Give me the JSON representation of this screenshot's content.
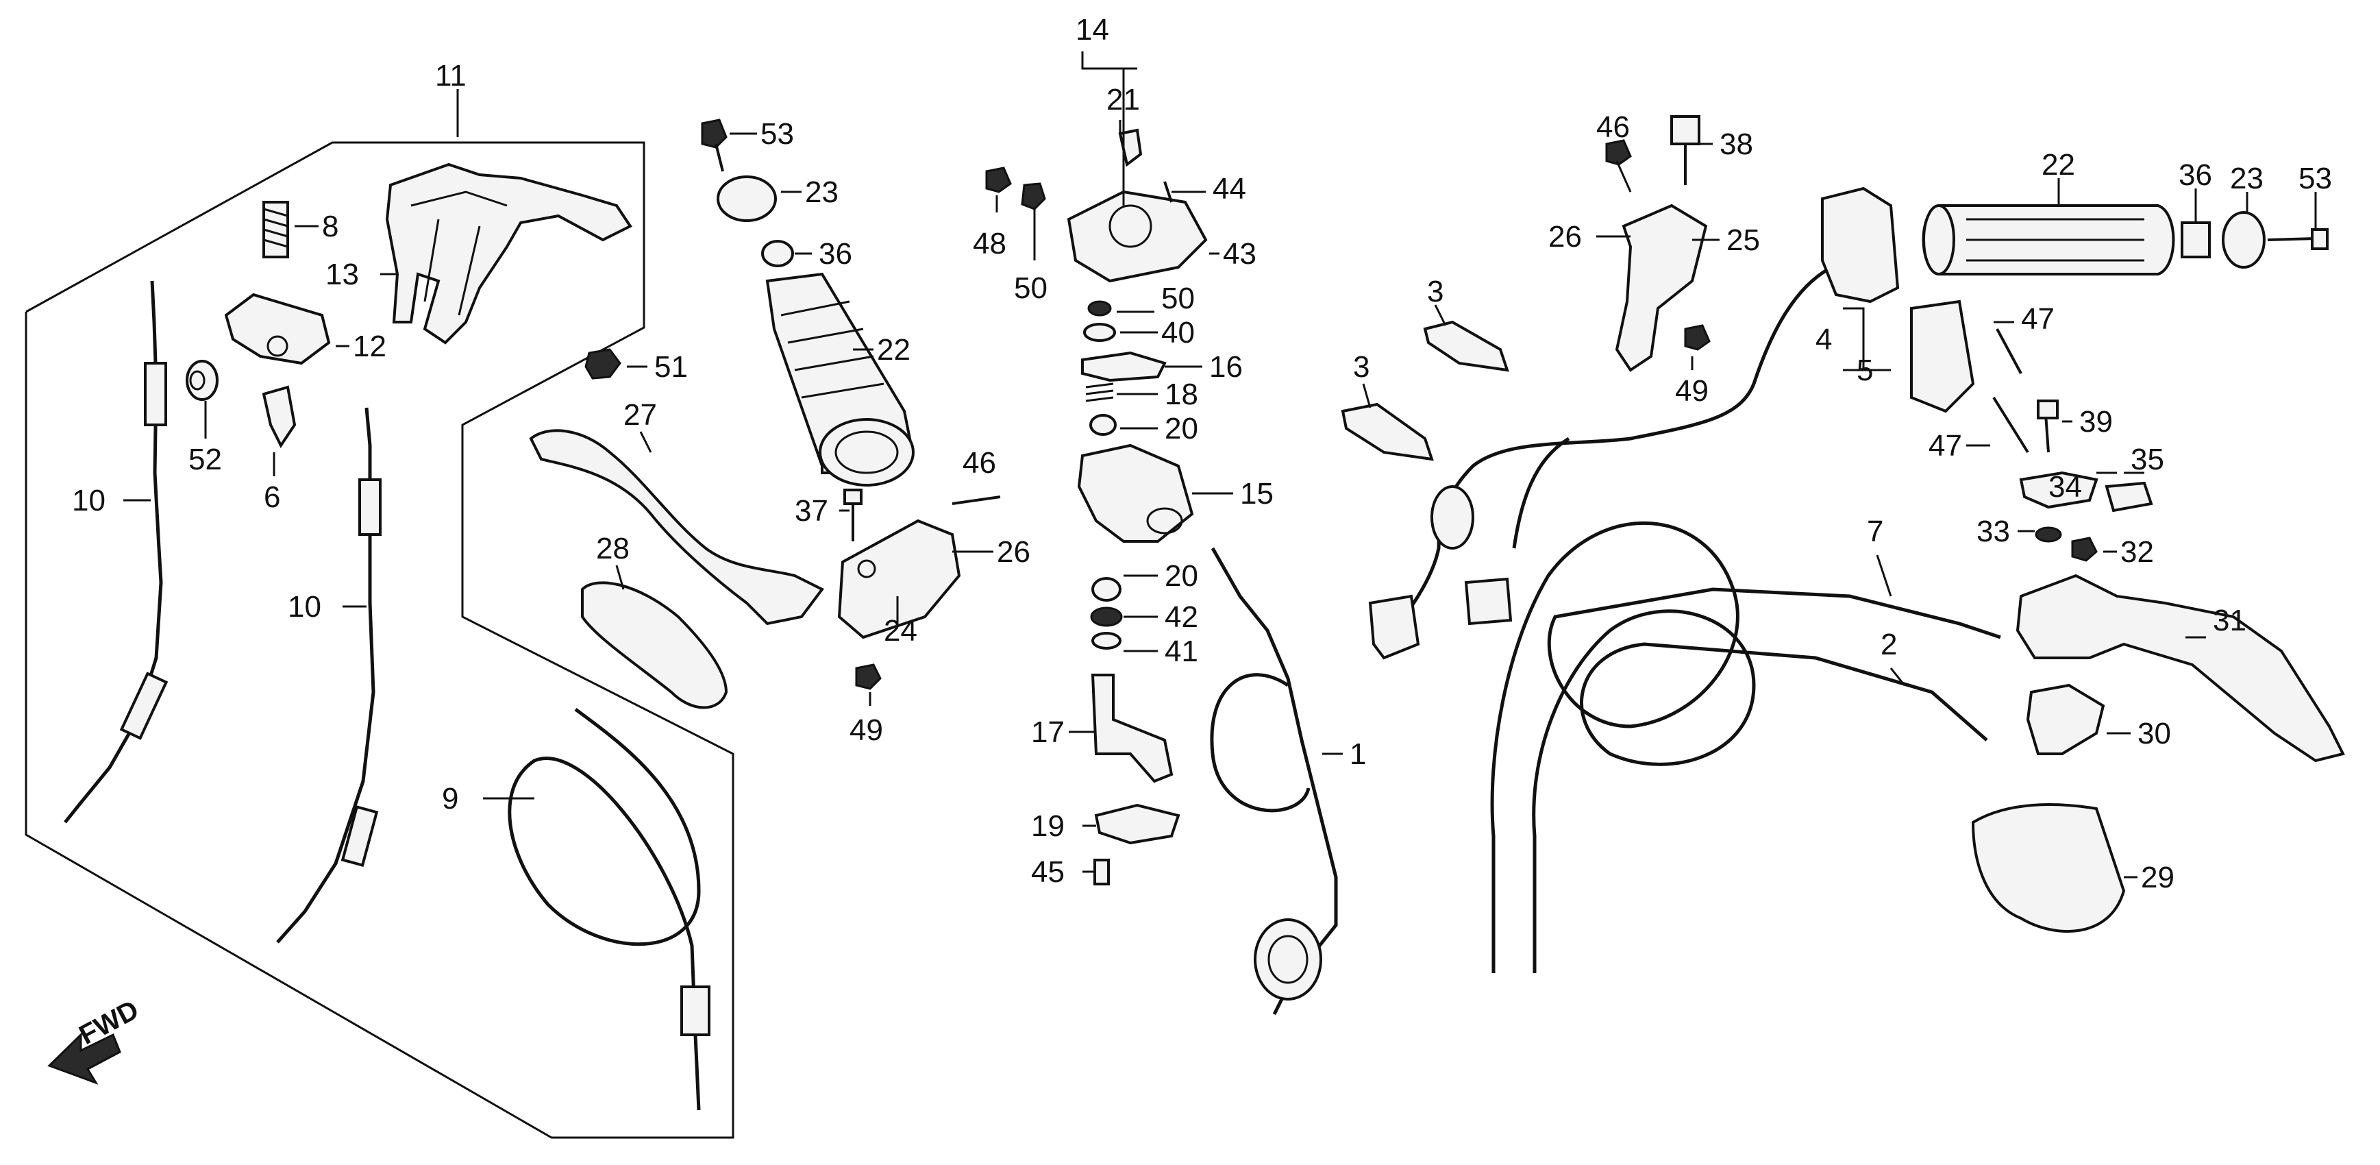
{
  "diagram": {
    "orientation_label": "FWD",
    "callouts": [
      {
        "id": "c11",
        "text": "11"
      },
      {
        "id": "c8",
        "text": "8"
      },
      {
        "id": "c13",
        "text": "13"
      },
      {
        "id": "c12",
        "text": "12"
      },
      {
        "id": "c52",
        "text": "52"
      },
      {
        "id": "c6",
        "text": "6"
      },
      {
        "id": "c10a",
        "text": "10"
      },
      {
        "id": "c10b",
        "text": "10"
      },
      {
        "id": "c51",
        "text": "51"
      },
      {
        "id": "c53a",
        "text": "53"
      },
      {
        "id": "c23a",
        "text": "23"
      },
      {
        "id": "c36a",
        "text": "36"
      },
      {
        "id": "c22a",
        "text": "22"
      },
      {
        "id": "c27",
        "text": "27"
      },
      {
        "id": "c28",
        "text": "28"
      },
      {
        "id": "c9",
        "text": "9"
      },
      {
        "id": "c37",
        "text": "37"
      },
      {
        "id": "c46a",
        "text": "46"
      },
      {
        "id": "c26a",
        "text": "26"
      },
      {
        "id": "c24",
        "text": "24"
      },
      {
        "id": "c49a",
        "text": "49"
      },
      {
        "id": "c14",
        "text": "14"
      },
      {
        "id": "c21",
        "text": "21"
      },
      {
        "id": "c44",
        "text": "44"
      },
      {
        "id": "c48",
        "text": "48"
      },
      {
        "id": "c50a",
        "text": "50"
      },
      {
        "id": "c43",
        "text": "43"
      },
      {
        "id": "c50b",
        "text": "50"
      },
      {
        "id": "c40",
        "text": "40"
      },
      {
        "id": "c16",
        "text": "16"
      },
      {
        "id": "c18",
        "text": "18"
      },
      {
        "id": "c20a",
        "text": "20"
      },
      {
        "id": "c15",
        "text": "15"
      },
      {
        "id": "c20b",
        "text": "20"
      },
      {
        "id": "c42",
        "text": "42"
      },
      {
        "id": "c41",
        "text": "41"
      },
      {
        "id": "c17",
        "text": "17"
      },
      {
        "id": "c19",
        "text": "19"
      },
      {
        "id": "c45",
        "text": "45"
      },
      {
        "id": "c1",
        "text": "1"
      },
      {
        "id": "c46b",
        "text": "46"
      },
      {
        "id": "c38",
        "text": "38"
      },
      {
        "id": "c26b",
        "text": "26"
      },
      {
        "id": "c25",
        "text": "25"
      },
      {
        "id": "c49b",
        "text": "49"
      },
      {
        "id": "c3a",
        "text": "3"
      },
      {
        "id": "c3b",
        "text": "3"
      },
      {
        "id": "c22b",
        "text": "22"
      },
      {
        "id": "c36b",
        "text": "36"
      },
      {
        "id": "c23b",
        "text": "23"
      },
      {
        "id": "c53b",
        "text": "53"
      },
      {
        "id": "c4",
        "text": "4"
      },
      {
        "id": "c5",
        "text": "5"
      },
      {
        "id": "c47a",
        "text": "47"
      },
      {
        "id": "c47b",
        "text": "47"
      },
      {
        "id": "c39",
        "text": "39"
      },
      {
        "id": "c34",
        "text": "34"
      },
      {
        "id": "c35",
        "text": "35"
      },
      {
        "id": "c33",
        "text": "33"
      },
      {
        "id": "c32",
        "text": "32"
      },
      {
        "id": "c7",
        "text": "7"
      },
      {
        "id": "c2",
        "text": "2"
      },
      {
        "id": "c31",
        "text": "31"
      },
      {
        "id": "c30",
        "text": "30"
      },
      {
        "id": "c29",
        "text": "29"
      }
    ]
  }
}
